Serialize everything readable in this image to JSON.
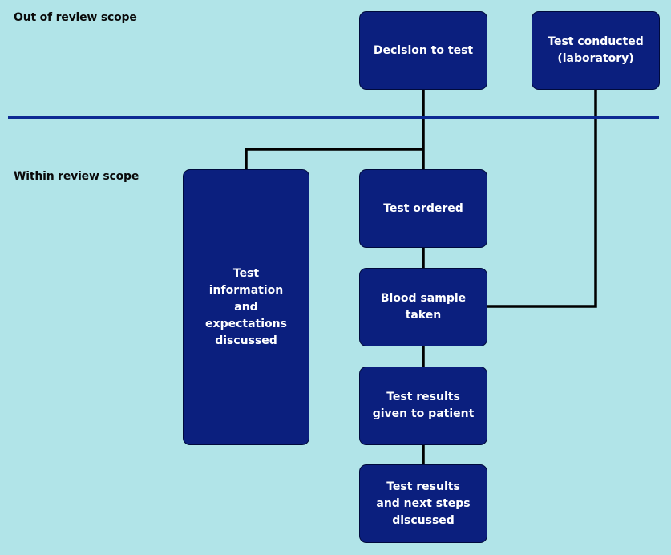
{
  "scopes": {
    "out_of_review": "Out of review scope",
    "within_review": "Within review scope"
  },
  "nodes": {
    "decision_to_test": "Decision to test",
    "test_conducted": "Test conducted\n(laboratory)",
    "test_ordered": "Test ordered",
    "blood_sample_taken": "Blood sample\ntaken",
    "test_results_given": "Test results\ngiven to patient",
    "test_results_next_steps": "Test results\nand next steps\ndiscussed",
    "test_information": "Test\ninformation\nand\nexpectations\ndiscussed"
  },
  "colors": {
    "background": "#b1e4e8",
    "box_fill": "#0b1f7e",
    "divider": "#0d2a93",
    "connector": "#000000"
  }
}
